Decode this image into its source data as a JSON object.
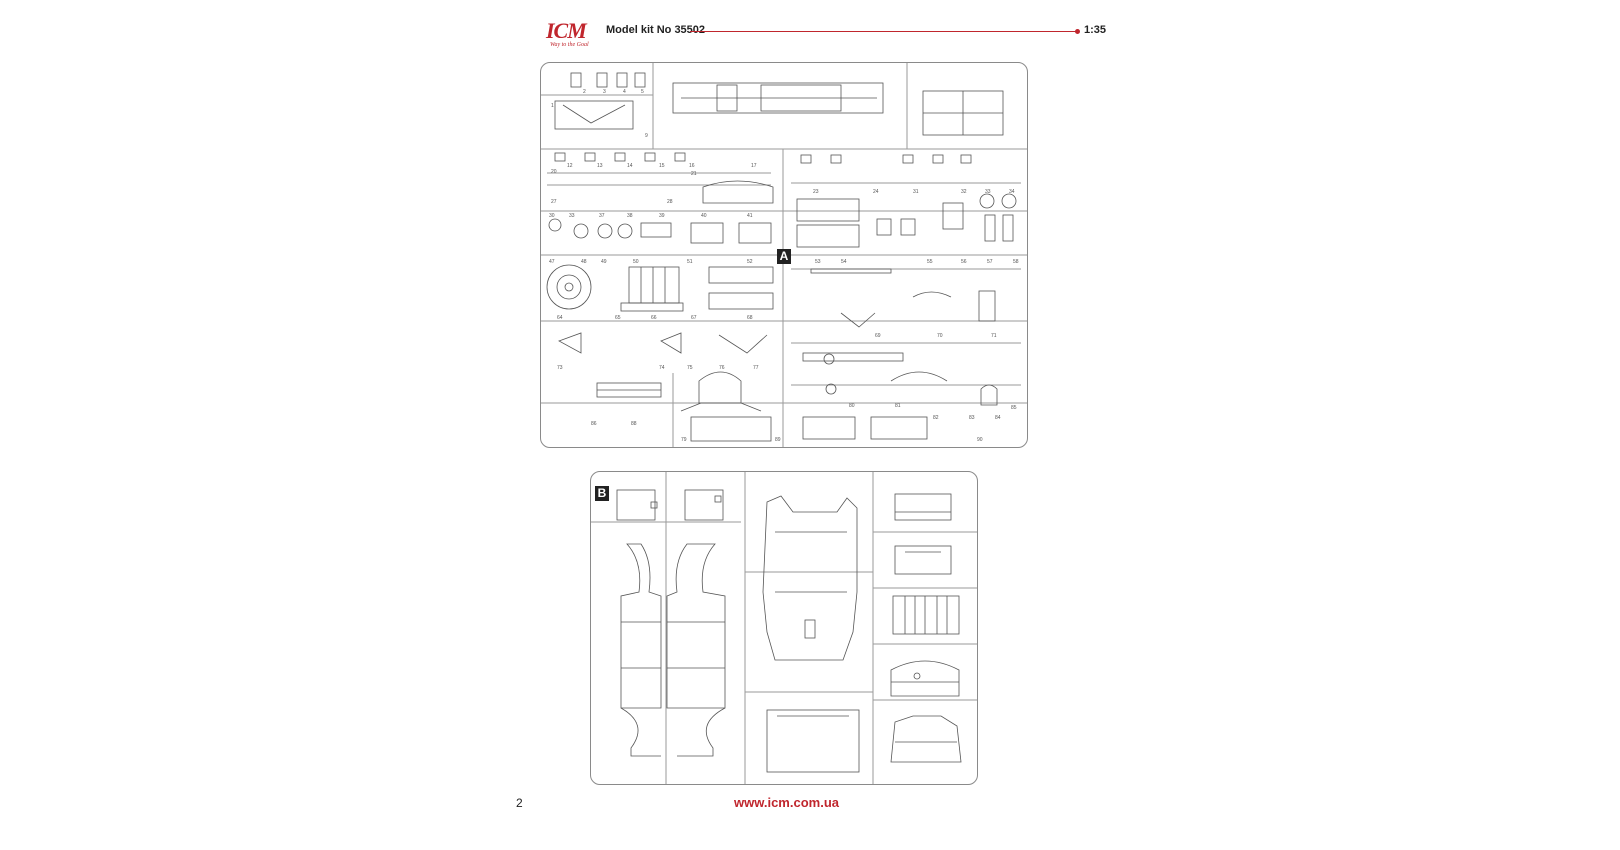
{
  "header": {
    "brand": "ICM",
    "brand_tagline": "Way to the Goal",
    "title": "Model kit No 35502",
    "scale": "1:35"
  },
  "sprues": {
    "a": {
      "label": "A"
    },
    "b": {
      "label": "B"
    }
  },
  "footer": {
    "page_number": "2",
    "url": "www.icm.com.ua"
  },
  "colors": {
    "accent": "#c0262d",
    "line": "#8a8a8a",
    "text": "#222222"
  }
}
